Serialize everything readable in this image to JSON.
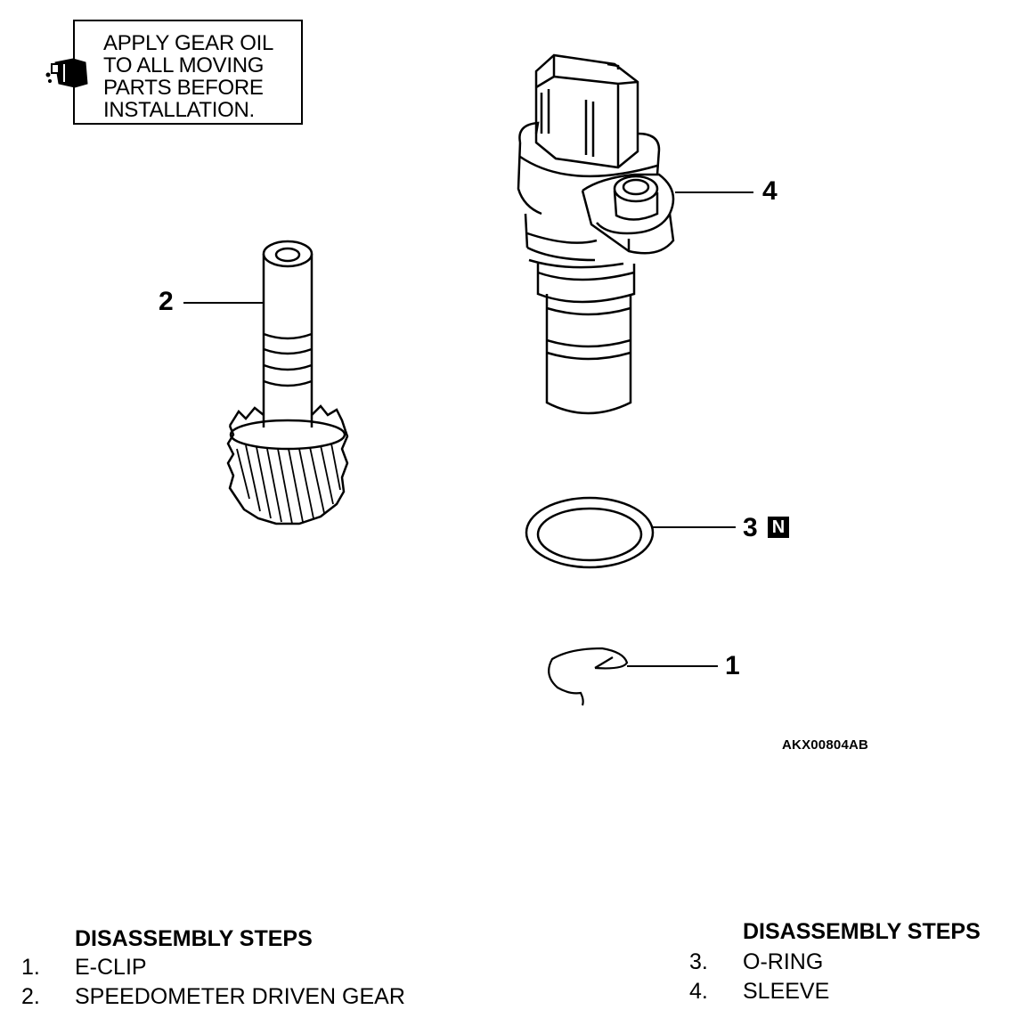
{
  "note": {
    "text": "APPLY GEAR OIL\nTO ALL MOVING\nPARTS BEFORE\nINSTALLATION.",
    "icon": "oil-can-icon"
  },
  "callouts": {
    "c1": "1",
    "c2": "2",
    "c3": "3",
    "c4": "4",
    "new_badge": "N"
  },
  "figure_code": "AKX00804AB",
  "steps_left": {
    "heading": "DISASSEMBLY STEPS",
    "items": [
      {
        "num": "1.",
        "label": "E-CLIP"
      },
      {
        "num": "2.",
        "label": "SPEEDOMETER DRIVEN GEAR"
      }
    ]
  },
  "steps_right": {
    "heading": "DISASSEMBLY STEPS",
    "items": [
      {
        "num": "3.",
        "label": "O-RING"
      },
      {
        "num": "4.",
        "label": "SLEEVE"
      }
    ]
  }
}
